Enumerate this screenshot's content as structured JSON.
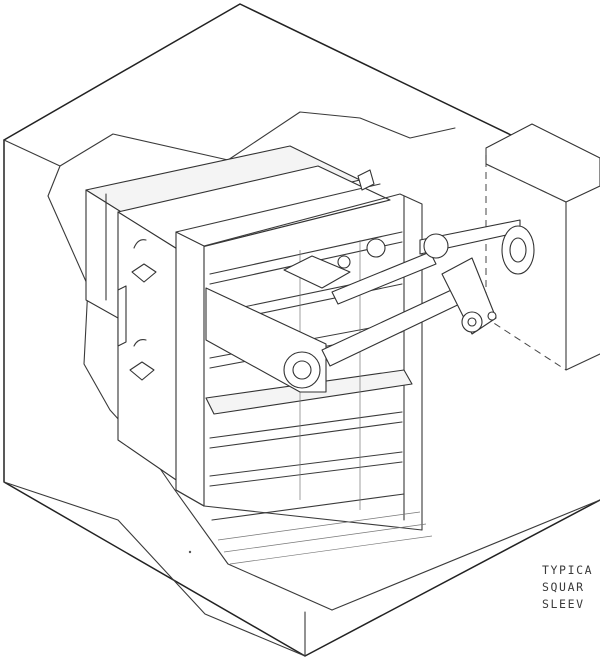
{
  "caption": {
    "line1": "TYPICA",
    "line2": "SQUAR",
    "line3": "SLEEV"
  },
  "colors": {
    "line": "#3a3a3a",
    "background": "#ffffff"
  }
}
